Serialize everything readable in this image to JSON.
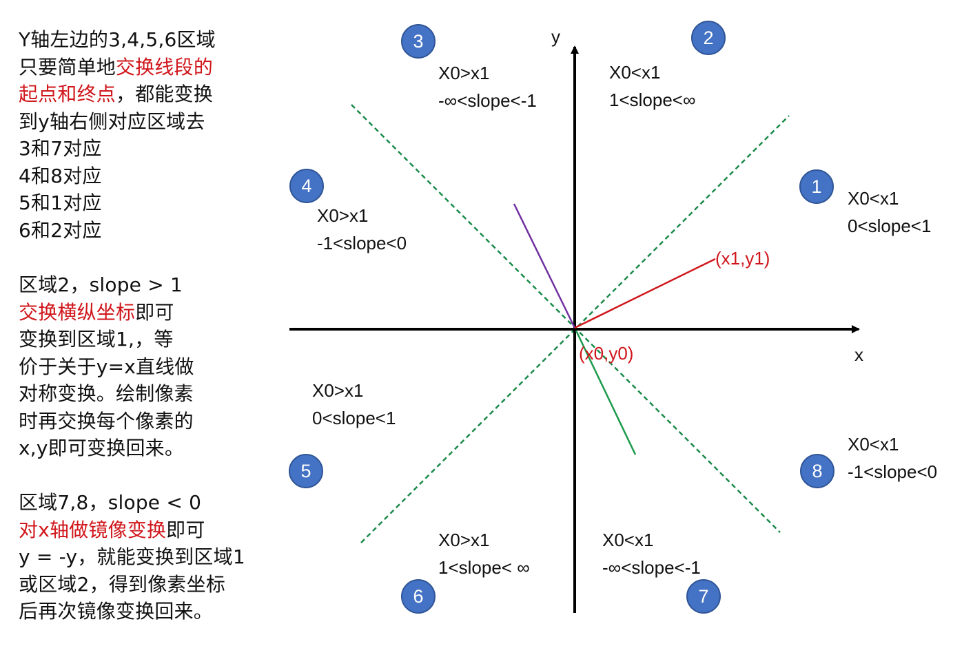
{
  "left_text": {
    "block_a": {
      "line1": "Y轴左边的3,4,5,6区域",
      "line2_plain": "只要简单地",
      "line2_red": "交换线段的",
      "line3_red": "起点和终点",
      "line3_plain": "，都能变换",
      "line4": "到y轴右侧对应区域去",
      "line5": "3和7对应",
      "line6": "4和8对应",
      "line7": "5和1对应",
      "line8": "6和2对应"
    },
    "block_b": {
      "line1": "区域2，slope > 1",
      "line2_red": "交换横纵坐标",
      "line2_plain": "即可",
      "line3": "变换到区域1,，等",
      "line4": "价于关于y=x直线做",
      "line5": "对称变换。绘制像素",
      "line6": "时再交换每个像素的",
      "line7": "x,y即可变换回来。"
    },
    "block_c": {
      "line1": "区域7,8，slope < 0",
      "line2_red": "对x轴做镜像变换",
      "line2_plain": "即可",
      "line3": "y = -y，就能变换到区域1",
      "line4": "或区域2，得到像素坐标",
      "line5": "后再次镜像变换回来。"
    }
  },
  "axes": {
    "x_label": "x",
    "y_label": "y"
  },
  "points": {
    "start": "(x0,y0)",
    "end": "(x1,y1)"
  },
  "regions": [
    {
      "number": "1",
      "cond": "X0<x1",
      "slope": "0<slope<1"
    },
    {
      "number": "2",
      "cond": "X0<x1",
      "slope": "1<slope<∞"
    },
    {
      "number": "3",
      "cond": "X0>x1",
      "slope": "-∞<slope<-1"
    },
    {
      "number": "4",
      "cond": "X0>x1",
      "slope": "-1<slope<0"
    },
    {
      "number": "5",
      "cond": "X0>x1",
      "slope": "0<slope<1"
    },
    {
      "number": "6",
      "cond": "X0>x1",
      "slope": "1<slope< ∞"
    },
    {
      "number": "7",
      "cond": "X0<x1",
      "slope": "-∞<slope<-1"
    },
    {
      "number": "8",
      "cond": "X0<x1",
      "slope": "-1<slope<0"
    }
  ],
  "colors": {
    "badge_fill": "#4472c4",
    "accent_red": "#d0161b",
    "diagonal_green": "#1a8a4a",
    "purple_segment": "#7030a0",
    "green_segment": "#1a9a4a",
    "axis": "#000000"
  }
}
